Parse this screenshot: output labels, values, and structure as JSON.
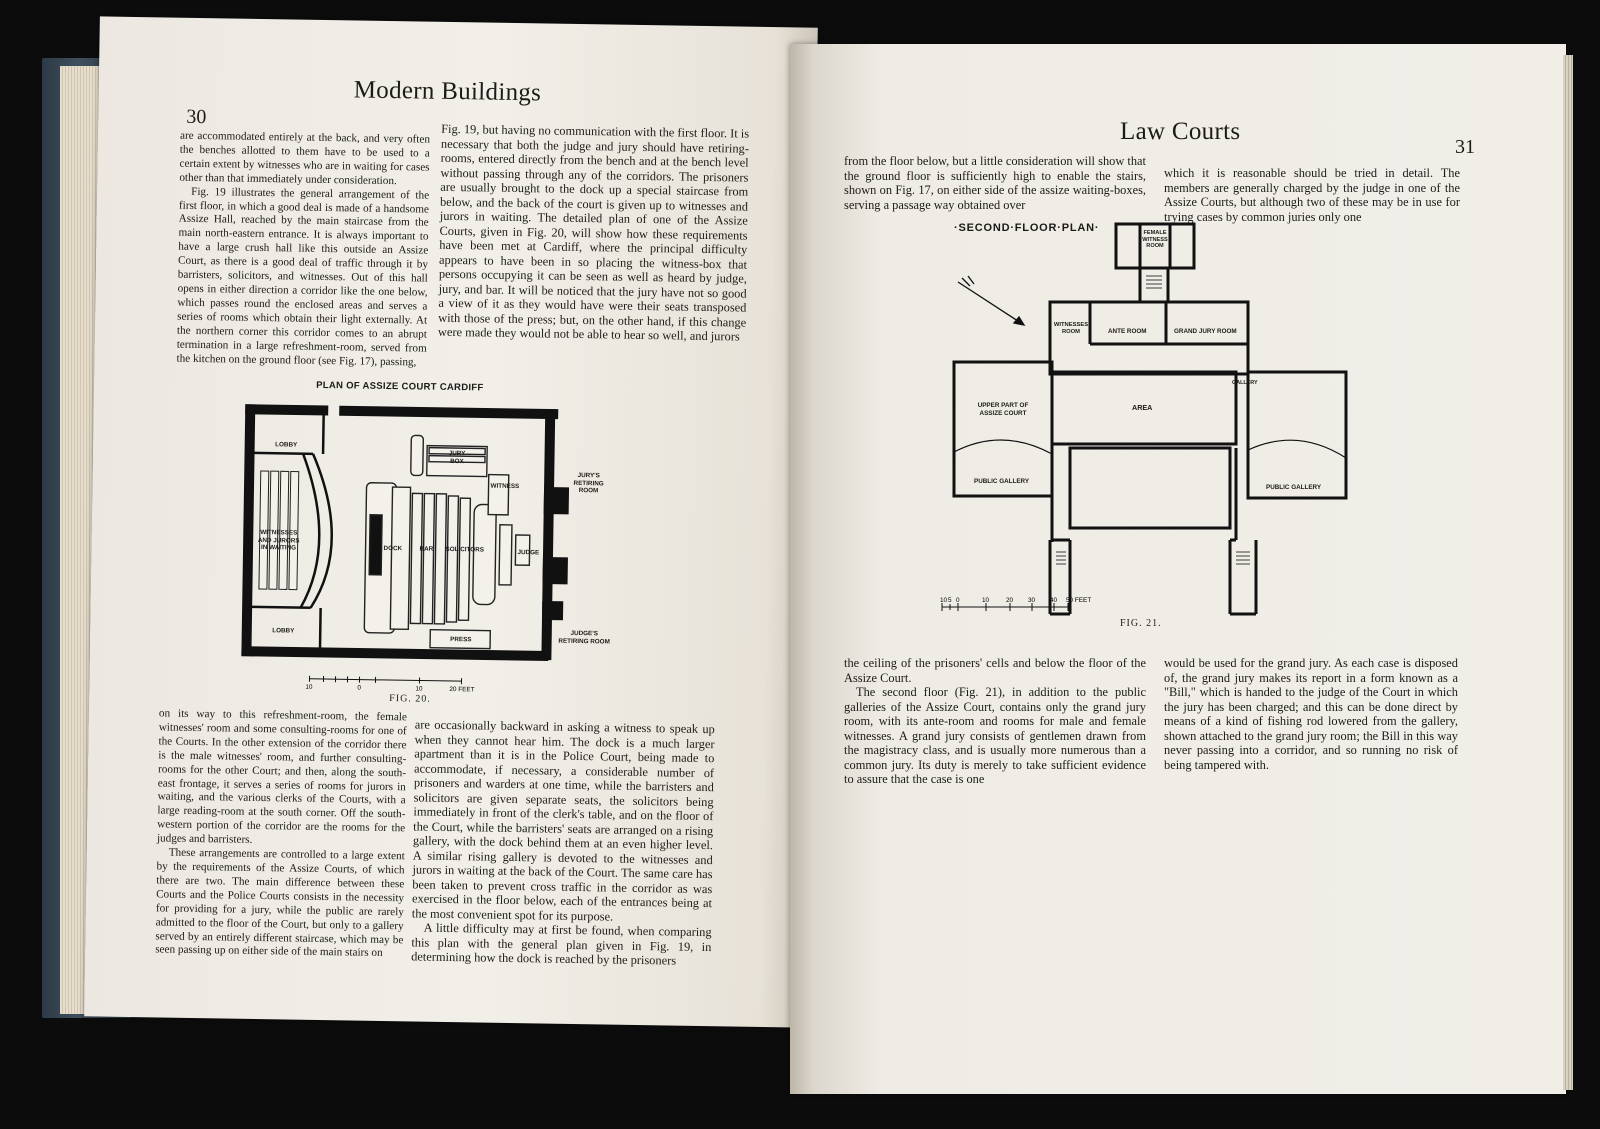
{
  "left_page": {
    "running_head": "Modern Buildings",
    "folio": "30",
    "col1_top": "are accommodated entirely at the back, and very often the benches allotted to them have to be used to a certain extent by witnesses who are in waiting for cases other than that immediately under consideration.",
    "col1_p2": "Fig. 19 illustrates the general arrangement of the first floor, in which a good deal is made of a handsome Assize Hall, reached by the main staircase from the main north-eastern entrance. It is always important to have a large crush hall like this outside an Assize Court, as there is a good deal of traffic through it by barristers, solicitors, and witnesses. Out of this hall opens in either direction a corridor like the one below, which passes round the enclosed areas and serves a series of rooms which obtain their light externally. At the northern corner this corridor comes to an abrupt termination in a large refreshment-room, served from the kitchen on the ground floor (see Fig. 17), passing,",
    "col2_top": "Fig. 19, but having no communication with the first floor. It is necessary that both the judge and jury should have retiring-rooms, entered directly from the bench and at the bench level without passing through any of the corridors. The prisoners are usually brought to the dock up a special staircase from below, and the back of the court is given up to witnesses and jurors in waiting. The detailed plan of one of the Assize Courts, given in Fig. 20, will show how these requirements have been met at Cardiff, where the principal difficulty appears to have been in so placing the witness-box that persons occupying it can be seen as well as heard by judge, jury, and bar. It will be noticed that the jury have not so good a view of it as they would have were their seats transposed with those of the press; but, on the other hand, if this change were made they would not be able to hear so well, and jurors",
    "col1_bottom": "on its way to this refreshment-room, the female witnesses' room and some consulting-rooms for one of the Courts. In the other extension of the corridor there is the male witnesses' room, and further consulting-rooms for the other Court; and then, along the south-east frontage, it serves a series of rooms for jurors in waiting, and the various clerks of the Courts, with a large reading-room at the south corner. Off the south-western portion of the corridor are the rooms for the judges and barristers.",
    "col1_bottom_p2": "These arrangements are controlled to a large extent by the requirements of the Assize Courts, of which there are two. The main difference between these Courts and the Police Courts consists in the necessity for providing for a jury, while the public are rarely admitted to the floor of the Court, but only to a gallery served by an entirely different staircase, which may be seen passing up on either side of the main stairs on",
    "col2_bottom": "are occasionally backward in asking a witness to speak up when they cannot hear him. The dock is a much larger apartment than it is in the Police Court, being made to accommodate, if necessary, a considerable number of prisoners and warders at one time, while the barristers and solicitors are given separate seats, the solicitors being immediately in front of the clerk's table, and on the floor of the Court, while the barristers' seats are arranged on a rising gallery, with the dock behind them at an even higher level. A similar rising gallery is devoted to the witnesses and jurors in waiting at the back of the Court. The same care has been taken to prevent cross traffic in the corridor as was exercised in the floor below, each of the entrances being at the most convenient spot for its purpose.",
    "col2_bottom_p2": "A little difficulty may at first be found, when comparing this plan with the general plan given in Fig. 19, in determining how the dock is reached by the prisoners",
    "figure": {
      "title": "PLAN OF ASSIZE COURT CARDIFF",
      "caption": "FIG. 20.",
      "labels": {
        "lobby1": "LOBBY",
        "lobby2": "LOBBY",
        "witnesses_jurors": "WITNESSES AND JURORS IN WAITING",
        "jury_box": "JURY BOX",
        "witness": "WITNESS",
        "jurys_room": "JURY'S RETIRING ROOM",
        "dock": "DOCK",
        "bar": "BAR",
        "solicitors": "SOLICITORS",
        "judge": "JUDGE",
        "press": "PRESS",
        "judges_room": "JUDGE'S RETIRING ROOM"
      },
      "scale": {
        "n0": "10",
        "n1": "0",
        "n2": "10",
        "n3": "20 FEET"
      }
    }
  },
  "right_page": {
    "running_head": "Law Courts",
    "folio": "31",
    "col1_top": "from the floor below, but a little consideration will show that the ground floor is sufficiently high to enable the stairs, shown on Fig. 17, on either side of the assize waiting-boxes, serving a passage way obtained over",
    "col2_top": "which it is reasonable should be tried in detail. The members are generally charged by the judge in one of the Assize Courts, but although two of these may be in use for trying cases by common juries only one",
    "figure": {
      "title": "·SECOND·FLOOR·PLAN·",
      "caption": "FIG. 21.",
      "labels": {
        "female_witness": "FEMALE WITNESS ROOM",
        "witnesses_room": "WITNESSES ROOM",
        "ante_room": "ANTE ROOM",
        "grand_jury": "GRAND JURY ROOM",
        "gallery_small": "GALLERY",
        "upper_court": "UPPER PART OF ASSIZE COURT",
        "area": "AREA",
        "public_gallery_left": "PUBLIC GALLERY",
        "public_gallery_right": "PUBLIC GALLERY"
      },
      "scale": [
        "10",
        "5",
        "0",
        "10",
        "20",
        "30",
        "40",
        "50 FEET"
      ]
    },
    "col1_bottom": "the ceiling of the prisoners' cells and below the floor of the Assize Court.",
    "col1_bottom_p2": "The second floor (Fig. 21), in addition to the public galleries of the Assize Court, contains only the grand jury room, with its ante-room and rooms for male and female witnesses. A grand jury consists of gentlemen drawn from the magistracy class, and is usually more numerous than a common jury. Its duty is merely to take sufficient evidence to assure that the case is one",
    "col2_bottom": "would be used for the grand jury. As each case is disposed of, the grand jury makes its report in a form known as a \"Bill,\" which is handed to the judge of the Court in which the jury has been charged; and this can be done direct by means of a kind of fishing rod lowered from the gallery, shown attached to the grand jury room; the Bill in this way never passing into a corridor, and so running no risk of being tampered with."
  }
}
